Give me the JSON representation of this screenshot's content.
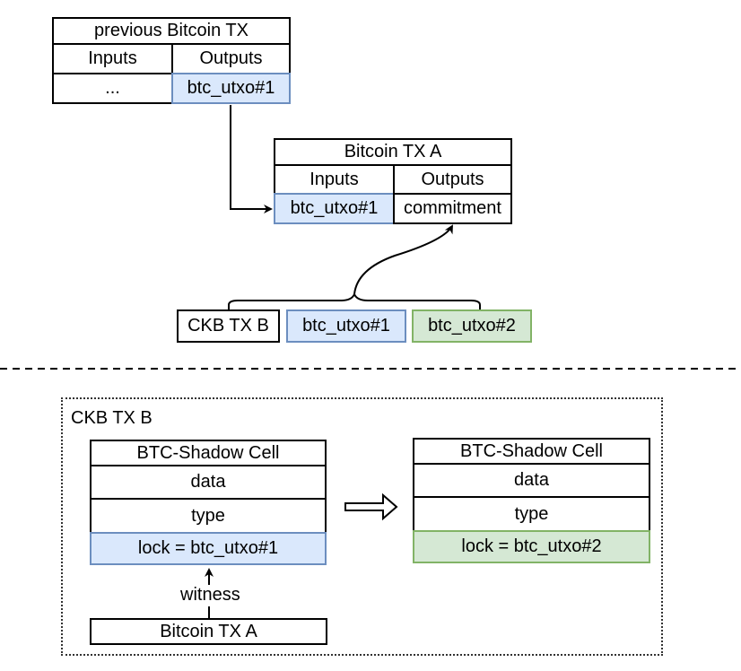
{
  "prev_tx": {
    "title": "previous Bitcoin TX",
    "inputs_header": "Inputs",
    "outputs_header": "Outputs",
    "input_cell": "...",
    "output_cell": "btc_utxo#1"
  },
  "tx_a": {
    "title": "Bitcoin TX A",
    "inputs_header": "Inputs",
    "outputs_header": "Outputs",
    "input_cell": "btc_utxo#1",
    "output_cell": "commitment"
  },
  "commit_items": [
    "CKB TX B",
    "btc_utxo#1",
    "btc_utxo#2"
  ],
  "ckb_container": {
    "label": "CKB TX B"
  },
  "left_cell": {
    "title": "BTC-Shadow Cell",
    "data": "data",
    "type": "type",
    "lock": "lock = btc_utxo#1"
  },
  "right_cell": {
    "title": "BTC-Shadow Cell",
    "data": "data",
    "type": "type",
    "lock": "lock = btc_utxo#2"
  },
  "witness_label": "witness",
  "witness_source": "Bitcoin TX A",
  "colors": {
    "blue_fill": "#dae8fc",
    "blue_stroke": "#6c8ebf",
    "green_fill": "#d5e8d4",
    "green_stroke": "#82b366"
  }
}
